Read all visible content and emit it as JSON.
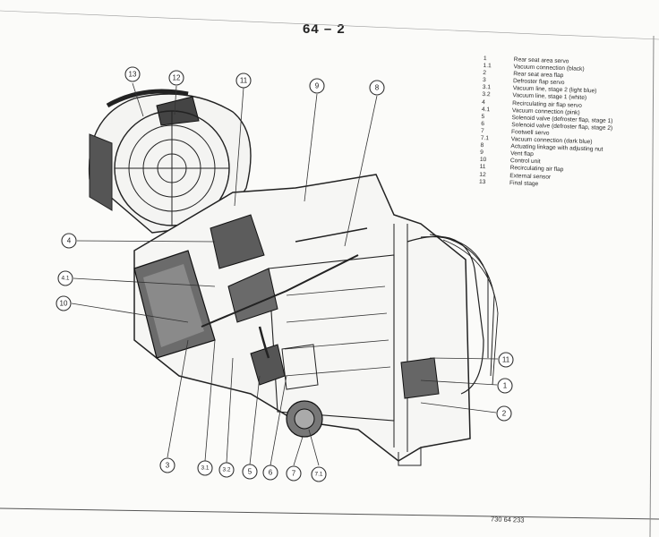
{
  "page": {
    "number": "64 – 2",
    "figure_code": "730 64 233"
  },
  "legend": [
    {
      "num": "1",
      "text": "Rear seat area servo"
    },
    {
      "num": "1.1",
      "text": "Vacuum connection (black)"
    },
    {
      "num": "2",
      "text": "Rear seat area flap"
    },
    {
      "num": "3",
      "text": "Defroster flap servo"
    },
    {
      "num": "3.1",
      "text": "Vacuum line, stage 2 (light blue)"
    },
    {
      "num": "3.2",
      "text": "Vacuum line, stage 1 (white)"
    },
    {
      "num": "4",
      "text": "Recirculating air flap servo"
    },
    {
      "num": "4.1",
      "text": "Vacuum connection (pink)"
    },
    {
      "num": "5",
      "text": "Solenoid valve (defroster flap, stage 1)"
    },
    {
      "num": "6",
      "text": "Solenoid valve (defroster flap, stage 2)"
    },
    {
      "num": "7",
      "text": "Footwell servo"
    },
    {
      "num": "7.1",
      "text": "Vacuum connection (dark blue)"
    },
    {
      "num": "8",
      "text": "Actuating linkage with adjusting nut"
    },
    {
      "num": "9",
      "text": "Vent flap"
    },
    {
      "num": "10",
      "text": "Control unit"
    },
    {
      "num": "11",
      "text": "Recirculating air flap"
    },
    {
      "num": "12",
      "text": "External sensor"
    },
    {
      "num": "13",
      "text": "Final stage"
    },
    {
      "num": "",
      "text": ""
    },
    {
      "num": "",
      "text": ""
    },
    {
      "num": "",
      "text": ""
    }
  ],
  "callouts": [
    {
      "label": "13"
    },
    {
      "label": "12"
    },
    {
      "label": "11"
    },
    {
      "label": "9"
    },
    {
      "label": "8"
    },
    {
      "label": "4"
    },
    {
      "label": "4.1"
    },
    {
      "label": "10"
    },
    {
      "label": "3"
    },
    {
      "label": "3.1"
    },
    {
      "label": "3.2"
    },
    {
      "label": "5"
    },
    {
      "label": "6"
    },
    {
      "label": "7"
    },
    {
      "label": "7.1"
    },
    {
      "label": "11"
    },
    {
      "label": "1"
    },
    {
      "label": "2"
    }
  ]
}
